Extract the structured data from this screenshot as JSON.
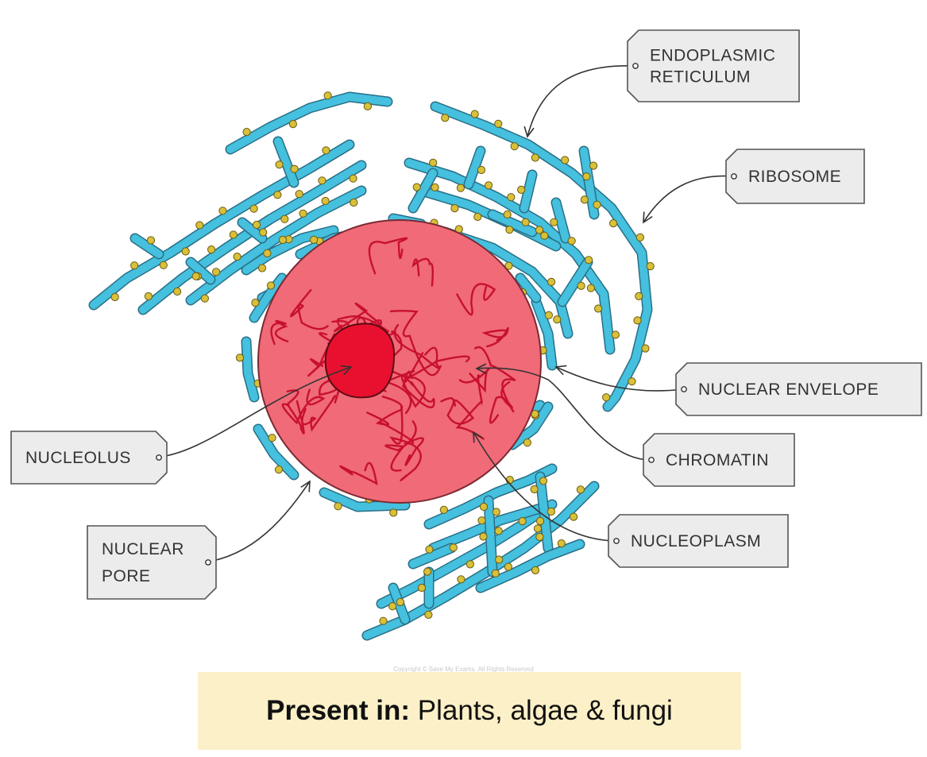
{
  "labels": {
    "endoplasmic_reticulum": [
      "ENDOPLASMIC",
      "RETICULUM"
    ],
    "ribosome": [
      "RIBOSOME"
    ],
    "nuclear_envelope": [
      "NUCLEAR   ENVELOPE"
    ],
    "chromatin": [
      "CHROMATIN"
    ],
    "nucleoplasm": [
      "NUCLEOPLASM"
    ],
    "nucleolus": [
      "NUCLEOLUS"
    ],
    "nuclear_pore": [
      "NUCLEAR",
      "PORE"
    ]
  },
  "copyright": "Copyright © Save My Exams. All Rights Reserved",
  "footer": {
    "prefix": "Present in:",
    "text": " Plants, algae & fungi"
  },
  "colors": {
    "nucleus": "#f06a77",
    "nucleolus": "#e8102e",
    "chromatin": "#c8102e",
    "er": "#45c0de",
    "ribosome": "#d8c03a",
    "tag": "#ececec",
    "footer_bg": "#fbf0c7"
  }
}
